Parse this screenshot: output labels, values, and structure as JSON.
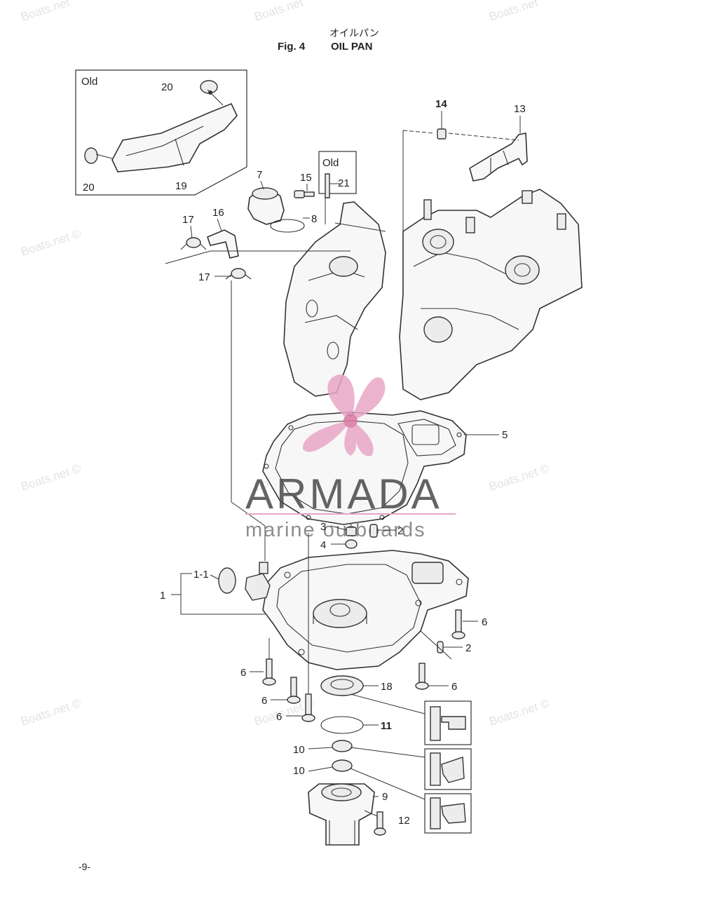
{
  "header": {
    "title_jp": "オイルパン",
    "fig_number": "Fig. 4",
    "fig_name": "OIL PAN"
  },
  "footer": {
    "page_number": "-9-"
  },
  "watermarks": {
    "site": "Boats.net",
    "site_c": "Boats.net ©",
    "brand": "ARMADA",
    "brand_sub": "marine outboards"
  },
  "boxes": {
    "old_box_a": "Old",
    "old_box_b": "Old"
  },
  "callouts": {
    "p1": "1",
    "p1_1": "1-1",
    "p2a": "2",
    "p2b": "2",
    "p3": "3",
    "p4": "4",
    "p5": "5",
    "p6a": "6",
    "p6b": "6",
    "p6c": "6",
    "p6d": "6",
    "p6e": "6",
    "p7": "7",
    "p8": "8",
    "p9": "9",
    "p10a": "10",
    "p10b": "10",
    "p11": "11",
    "p12": "12",
    "p13": "13",
    "p14": "14",
    "p15": "15",
    "p16": "16",
    "p17a": "17",
    "p17b": "17",
    "p18": "18",
    "p19": "19",
    "p20a": "20",
    "p20b": "20",
    "p21": "21"
  },
  "colors": {
    "line": "#333333",
    "propeller_logo": "#e8a6c6",
    "watermark": "#e3e3e3"
  }
}
